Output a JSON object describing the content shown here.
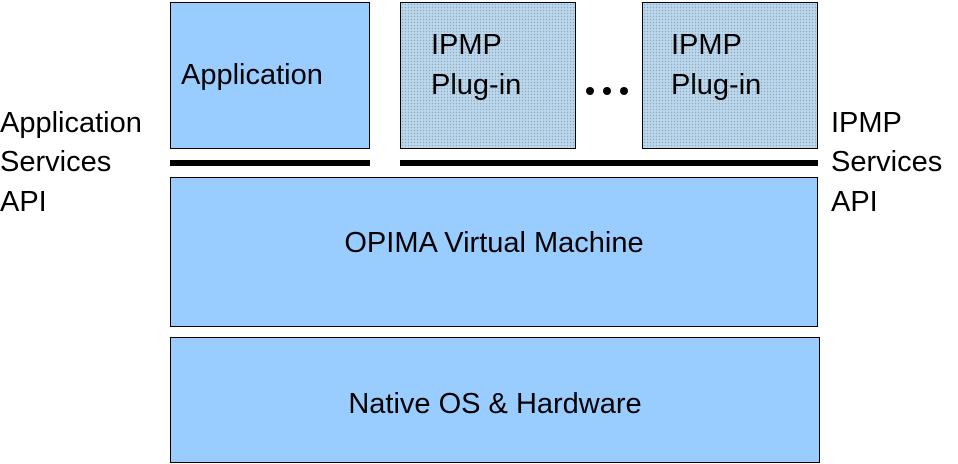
{
  "application_box": {
    "label": "Application"
  },
  "plugins": [
    {
      "line1": "IPMP",
      "line2": "Plug-in"
    },
    {
      "line1": "IPMP",
      "line2": "Plug-in"
    }
  ],
  "left_api": {
    "line1": "Application",
    "line2": "Services",
    "line3": "API"
  },
  "right_api": {
    "line1": "IPMP",
    "line2": "Services",
    "line3": "API"
  },
  "vm_layer": {
    "label": "OPIMA Virtual Machine"
  },
  "native_layer": {
    "label": "Native OS & Hardware"
  },
  "colors": {
    "box_fill": "#99ccff",
    "plugin_fill": "#bcd8ee",
    "line": "#000000"
  }
}
